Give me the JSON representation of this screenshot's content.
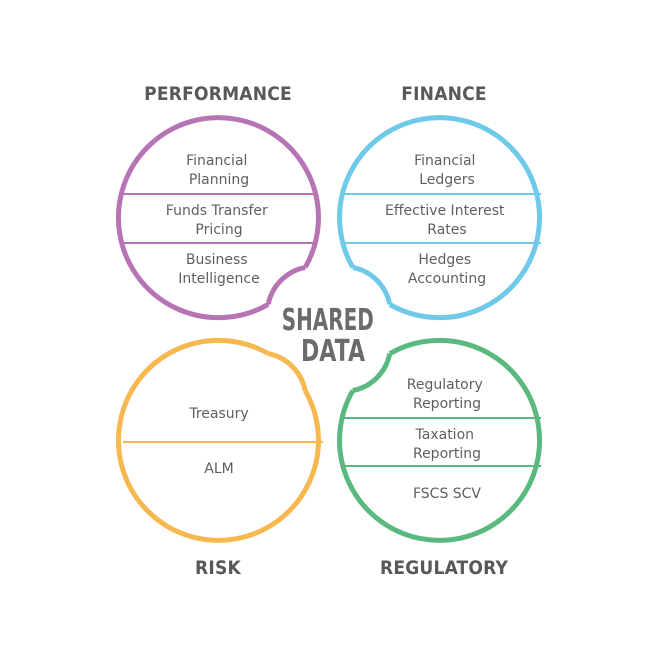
{
  "colors": {
    "performance": "#b774b4",
    "finance": "#6fc9e8",
    "risk": "#f7b84f",
    "regulatory": "#59b97f",
    "text": "#5f5f5f",
    "heading": "#58585a"
  },
  "center": {
    "line1": "SHARED",
    "line2": "DATA"
  },
  "quadrants": {
    "performance": {
      "title": "PERFORMANCE",
      "items": [
        {
          "line1": "Financial",
          "line2": "Planning"
        },
        {
          "line1": "Funds Transfer",
          "line2": "Pricing"
        },
        {
          "line1": "Business",
          "line2": "Intelligence"
        }
      ]
    },
    "finance": {
      "title": "FINANCE",
      "items": [
        {
          "line1": "Financial",
          "line2": "Ledgers"
        },
        {
          "line1": "Effective Interest",
          "line2": "Rates"
        },
        {
          "line1": "Hedges",
          "line2": "Accounting"
        }
      ]
    },
    "risk": {
      "title": "RISK",
      "items": [
        {
          "line1": "Treasury"
        },
        {
          "line1": "ALM"
        }
      ]
    },
    "regulatory": {
      "title": "REGULATORY",
      "items": [
        {
          "line1": "Regulatory",
          "line2": "Reporting"
        },
        {
          "line1": "Taxation",
          "line2": "Reporting"
        },
        {
          "line1": "FSCS SCV"
        }
      ]
    }
  }
}
